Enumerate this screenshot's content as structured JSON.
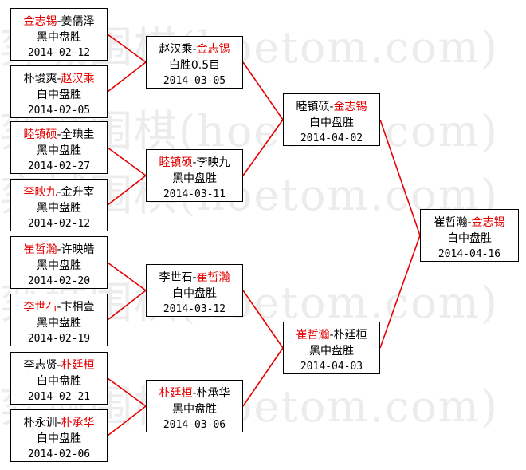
{
  "watermark": "弈城围棋(hoetom.com)",
  "round1": [
    {
      "p1": "金志锡",
      "p2": "姜儒泽",
      "winner": 1,
      "result": "黑中盘胜",
      "date": "2014-02-12"
    },
    {
      "p1": "朴埈爽",
      "p2": "赵汉乘",
      "winner": 2,
      "result": "白中盘胜",
      "date": "2014-02-05"
    },
    {
      "p1": "睦镇硕",
      "p2": "全琠圭",
      "winner": 1,
      "result": "黑中盘胜",
      "date": "2014-02-27"
    },
    {
      "p1": "李映九",
      "p2": "金升宰",
      "winner": 1,
      "result": "黑中盘胜",
      "date": "2014-02-12"
    },
    {
      "p1": "崔哲瀚",
      "p2": "许映皓",
      "winner": 1,
      "result": "黑中盘胜",
      "date": "2014-02-20"
    },
    {
      "p1": "李世石",
      "p2": "卞相壹",
      "winner": 1,
      "result": "黑中盘胜",
      "date": "2014-02-19"
    },
    {
      "p1": "李志贤",
      "p2": "朴廷桓",
      "winner": 2,
      "result": "白中盘胜",
      "date": "2014-02-21"
    },
    {
      "p1": "朴永训",
      "p2": "朴承华",
      "winner": 2,
      "result": "白中盘胜",
      "date": "2014-02-06"
    }
  ],
  "round2": [
    {
      "p1": "赵汉乘",
      "p2": "金志锡",
      "winner": 2,
      "result": "白胜0.5目",
      "date": "2014-03-05"
    },
    {
      "p1": "睦镇硕",
      "p2": "李映九",
      "winner": 1,
      "result": "黑中盘胜",
      "date": "2014-03-11"
    },
    {
      "p1": "李世石",
      "p2": "崔哲瀚",
      "winner": 2,
      "result": "白中盘胜",
      "date": "2014-03-12"
    },
    {
      "p1": "朴廷桓",
      "p2": "朴承华",
      "winner": 1,
      "result": "黑中盘胜",
      "date": "2014-03-06"
    }
  ],
  "round3": [
    {
      "p1": "睦镇硕",
      "p2": "金志锡",
      "winner": 2,
      "result": "白中盘胜",
      "date": "2014-04-02"
    },
    {
      "p1": "崔哲瀚",
      "p2": "朴廷桓",
      "winner": 1,
      "result": "黑中盘胜",
      "date": "2014-04-03"
    }
  ],
  "final": [
    {
      "p1": "崔哲瀚",
      "p2": "金志锡",
      "winner": 2,
      "result": "白中盘胜",
      "date": "2014-04-16"
    }
  ],
  "colors": {
    "winner": "#e60000",
    "connector": "#e60000",
    "border": "#000000"
  }
}
